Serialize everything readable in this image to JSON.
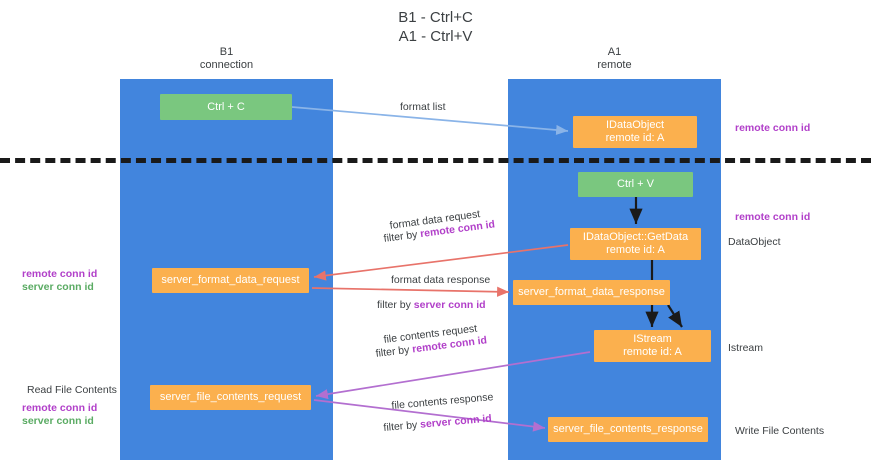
{
  "title": {
    "line1": "B1 - Ctrl+C",
    "line2": "A1 - Ctrl+V"
  },
  "lanes": [
    {
      "id": "b1",
      "name": "B1",
      "sub": "connection",
      "color": "#4285dd"
    },
    {
      "id": "a1",
      "name": "A1",
      "sub": "remote",
      "color": "#4285dd"
    }
  ],
  "colors": {
    "lane": "#4285dd",
    "green_node": "#7ac77f",
    "orange_node": "#fbb04e",
    "remote_conn_id": "#b13fc9",
    "server_conn_id": "#5aab63",
    "arrow_blue": "#8ab4e8",
    "arrow_red": "#e8736a",
    "arrow_purple": "#b36fd0",
    "arrow_black": "#1a1a1a",
    "separator": "#1a1a1a"
  },
  "nodes": {
    "ctrl_c": {
      "l1": "Ctrl + C",
      "l2": ""
    },
    "idataobject": {
      "l1": "IDataObject",
      "l2": "remote id: A"
    },
    "ctrl_v": {
      "l1": "Ctrl + V",
      "l2": ""
    },
    "getdata": {
      "l1": "IDataObject::GetData",
      "l2": "remote id: A"
    },
    "server_format_data_request": {
      "l1": "server_format_data_request",
      "l2": ""
    },
    "server_format_data_response": {
      "l1": "server_format_data_response",
      "l2": ""
    },
    "istream": {
      "l1": "IStream",
      "l2": "remote id: A"
    },
    "server_file_contents_request": {
      "l1": "server_file_contents_request",
      "l2": ""
    },
    "server_file_contents_response": {
      "l1": "server_file_contents_response",
      "l2": ""
    }
  },
  "edge_labels": {
    "format_list": "format list",
    "format_data_request": "format data request",
    "format_data_request_filter_prefix": "filter by ",
    "format_data_request_filter_key": "remote conn id",
    "format_data_response": "format data response",
    "format_data_response_filter_prefix": "filter by ",
    "format_data_response_filter_key": "server conn id",
    "file_contents_request": "file contents request",
    "file_contents_request_filter_prefix": "filter by ",
    "file_contents_request_filter_key": "remote conn id",
    "file_contents_response": "file contents response",
    "file_contents_response_filter_prefix": "filter by ",
    "file_contents_response_filter_key": "server conn id"
  },
  "side_labels": {
    "remote_conn_id_top": "remote conn id",
    "remote_conn_id_mid": "remote conn id",
    "dataobject": "DataObject",
    "istream": "Istream",
    "write_file_contents": "Write File Contents",
    "read_file_contents": "Read File Contents"
  },
  "legend_left": {
    "mid_remote": "remote conn id",
    "mid_server": "server conn id",
    "bottom_remote": "remote conn id",
    "bottom_server": "server conn id"
  }
}
